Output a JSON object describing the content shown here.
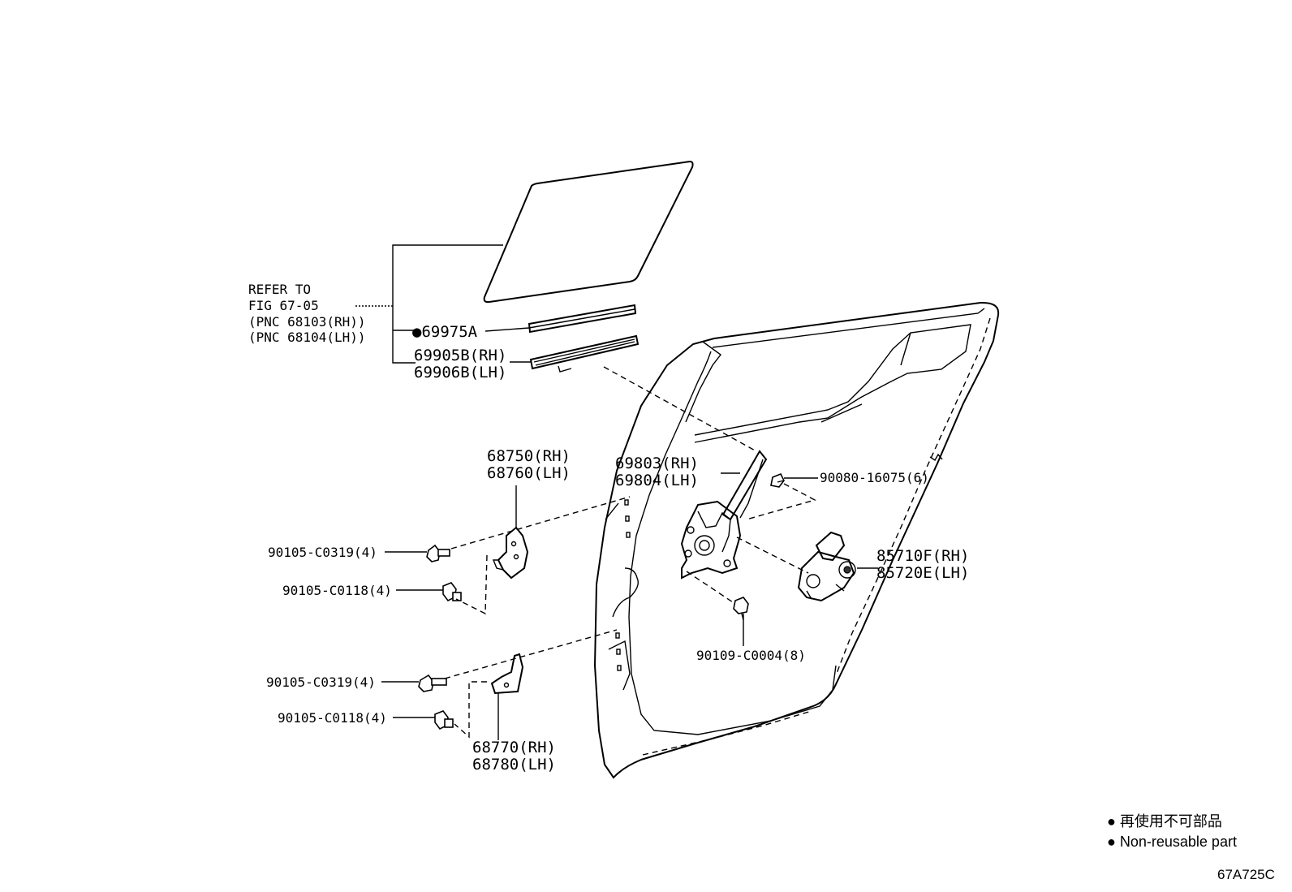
{
  "refer": {
    "line1": "REFER TO",
    "line2": "FIG 67-05",
    "line3": "(PNC 68103(RH))",
    "line4": "(PNC 68104(LH))"
  },
  "parts": {
    "p69975a": "●69975A",
    "p69905b": "69905B(RH)",
    "p69906b": "69906B(LH)",
    "p68750": "68750(RH)",
    "p68760": "68760(LH)",
    "p69803": "69803(RH)",
    "p69804": "69804(LH)",
    "p90080": "90080-16075(6)",
    "p85710f": "85710F(RH)",
    "p85720e": "85720E(LH)",
    "p90109": "90109-C0004(8)",
    "p90105_c0319_a": "90105-C0319(4)",
    "p90105_c0118_a": "90105-C0118(4)",
    "p90105_c0319_b": "90105-C0319(4)",
    "p90105_c0118_b": "90105-C0118(4)",
    "p68770": "68770(RH)",
    "p68780": "68780(LH)"
  },
  "legend": {
    "jp": "● 再使用不可部品",
    "en": "● Non-reusable part"
  },
  "figure_code": "67A725C"
}
